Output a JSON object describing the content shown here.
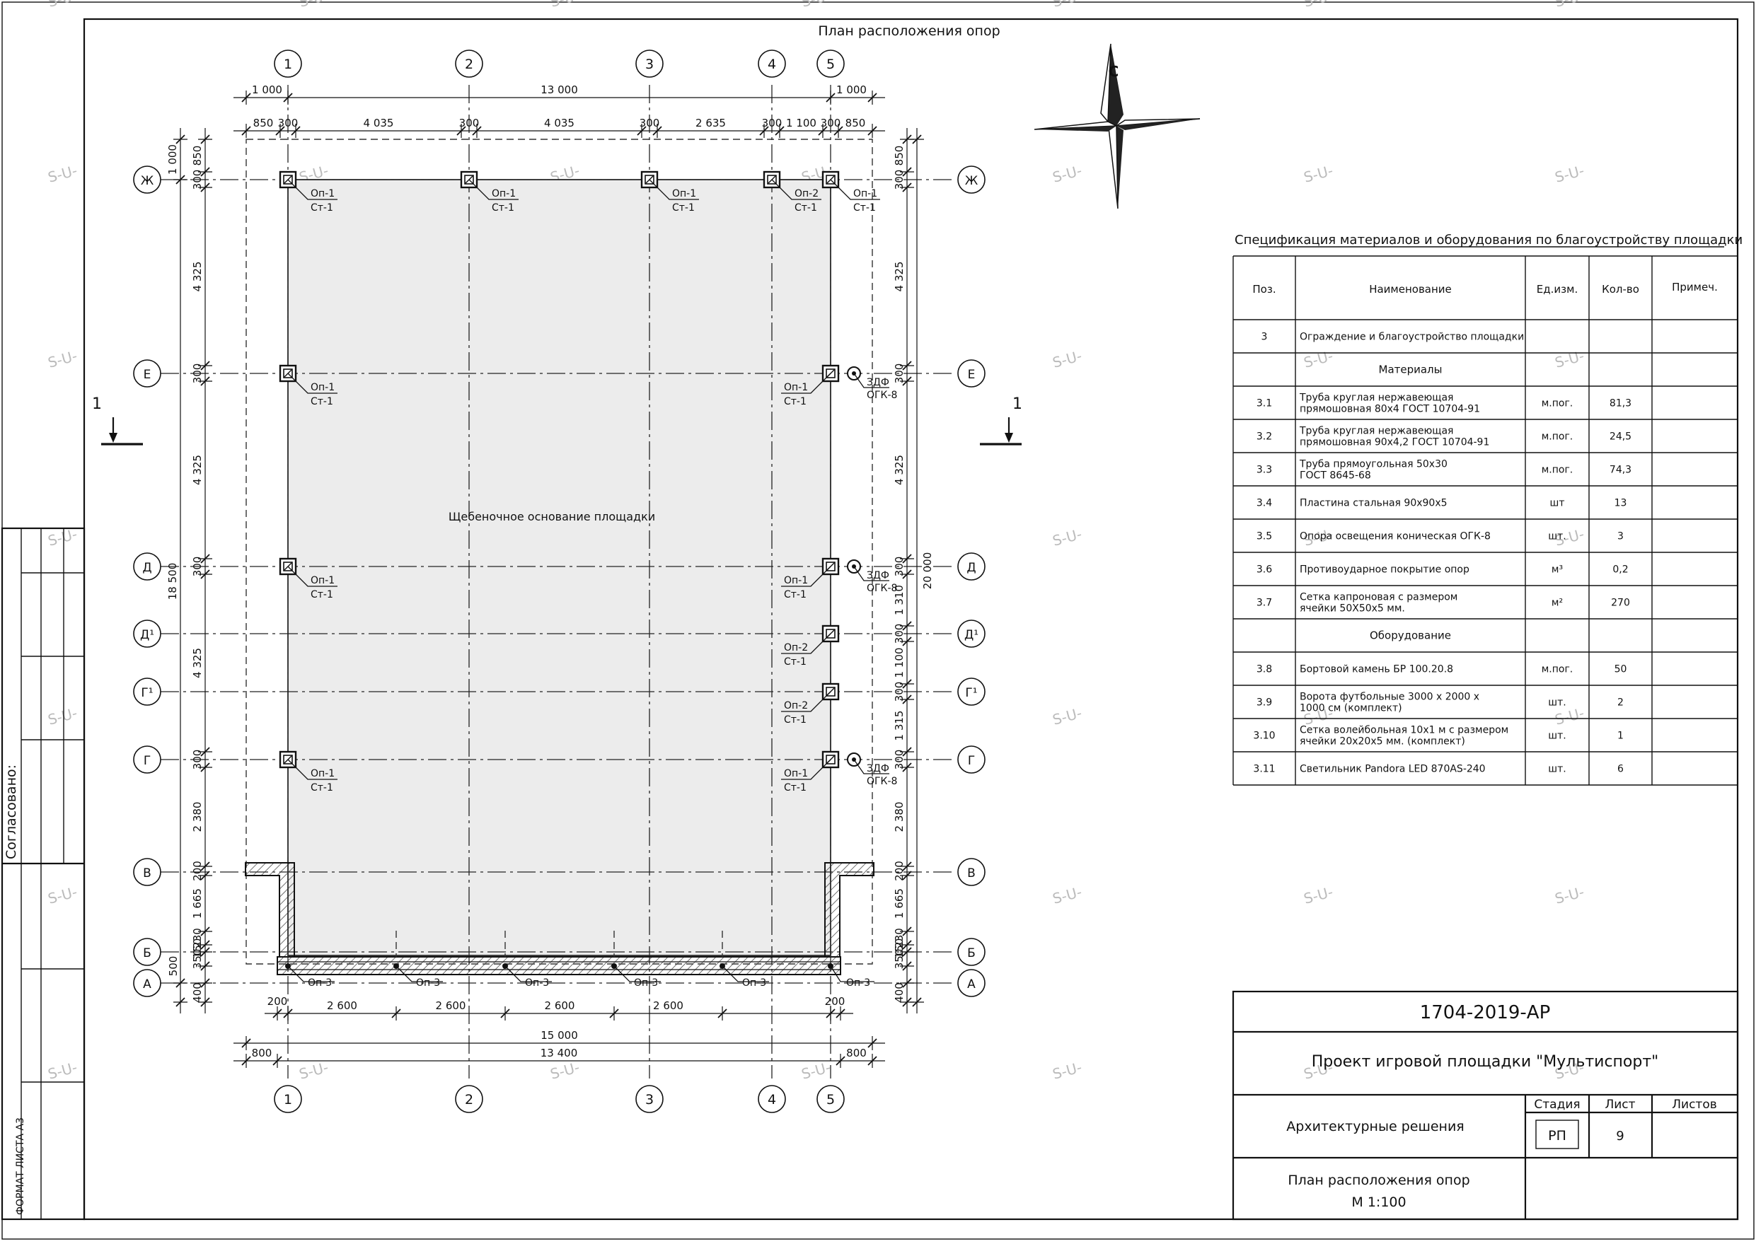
{
  "plan": {
    "title": "План расположения опор",
    "north": "С",
    "base_label": "Щебеночное основание площадки",
    "section_mark": "1",
    "axes_num": [
      "1",
      "2",
      "3",
      "4",
      "5"
    ],
    "axes_letter": [
      "Ж",
      "Е",
      "Д",
      "Д¹",
      "Г¹",
      "Г",
      "В",
      "Б",
      "А"
    ],
    "dims_top": {
      "overall": "13 000",
      "ext_left": "1 000",
      "ext_right": "1 000",
      "segments": [
        "850",
        "300",
        "4 035",
        "300",
        "4 035",
        "300",
        "2 635",
        "300",
        "1 100",
        "300",
        "850"
      ]
    },
    "dims_bottom": {
      "segments": [
        "200",
        "2 600",
        "2 600",
        "2 600",
        "2 600",
        "200"
      ],
      "overall_15": "15 000",
      "overall_13": "13 400",
      "ext_left": "800",
      "ext_right": "800"
    },
    "dims_left": {
      "overall": "18 500",
      "values": [
        "1 000",
        "850",
        "300",
        "4 325",
        "300",
        "4 325",
        "300",
        "4 325",
        "300",
        "2 380",
        "200",
        "1 665",
        "230",
        "150",
        "350",
        "500",
        "400"
      ]
    },
    "dims_right": {
      "overall": "20 000",
      "values": [
        "850",
        "300",
        "4 325",
        "300",
        "4 325",
        "300",
        "1 310",
        "300",
        "1 100",
        "300",
        "1 315",
        "300",
        "2 380",
        "200",
        "1 665",
        "230",
        "150",
        "350",
        "400"
      ]
    },
    "tags": {
      "op1": "Оп-1",
      "op2": "Оп-2",
      "op3": "Оп-3",
      "st1": "Ст-1",
      "zdf": "ЗДФ",
      "ogk": "ОГК-8"
    }
  },
  "side_stamp": {
    "agreed": "Согласовано:",
    "format": "ФОРМАТ ЛИСТА А3"
  },
  "spec": {
    "title": "Спецификация материалов и оборудования по благоустройству площадки",
    "headers": [
      "Поз.",
      "Наименование",
      "Ед.изм.",
      "Кол-во",
      "Примеч."
    ],
    "rows": [
      {
        "pos": "3",
        "name1": "Ограждение и благоустройство площадки",
        "name2": "",
        "unit": "",
        "qty": "",
        "note": ""
      },
      {
        "pos": "",
        "name1": "Материалы",
        "name2": "",
        "unit": "",
        "qty": "",
        "note": "",
        "center": true
      },
      {
        "pos": "3.1",
        "name1": "Труба круглая нержавеющая",
        "name2": "прямошовная 80х4 ГОСТ 10704-91",
        "unit": "м.пог.",
        "qty": "81,3",
        "note": ""
      },
      {
        "pos": "3.2",
        "name1": "Труба круглая нержавеющая",
        "name2": "прямошовная 90х4,2 ГОСТ 10704-91",
        "unit": "м.пог.",
        "qty": "24,5",
        "note": ""
      },
      {
        "pos": "3.3",
        "name1": "Труба прямоугольная 50х30",
        "name2": "ГОСТ 8645-68",
        "unit": "м.пог.",
        "qty": "74,3",
        "note": ""
      },
      {
        "pos": "3.4",
        "name1": "Пластина стальная 90х90х5",
        "name2": "",
        "unit": "шт",
        "qty": "13",
        "note": ""
      },
      {
        "pos": "3.5",
        "name1": "Опора освещения коническая ОГК-8",
        "name2": "",
        "unit": "шт.",
        "qty": "3",
        "note": ""
      },
      {
        "pos": "3.6",
        "name1": "Противоударное покрытие опор",
        "name2": "",
        "unit": "м³",
        "qty": "0,2",
        "note": ""
      },
      {
        "pos": "3.7",
        "name1": "Сетка капроновая с размером",
        "name2": "ячейки 50Х50х5 мм.",
        "unit": "м²",
        "qty": "270",
        "note": ""
      },
      {
        "pos": "",
        "name1": "Оборудование",
        "name2": "",
        "unit": "",
        "qty": "",
        "note": "",
        "center": true
      },
      {
        "pos": "3.8",
        "name1": "Бортовой камень БР 100.20.8",
        "name2": "",
        "unit": "м.пог.",
        "qty": "50",
        "note": ""
      },
      {
        "pos": "3.9",
        "name1": "Ворота футбольные 3000 х 2000 х",
        "name2": "1000 см (комплект)",
        "unit": "шт.",
        "qty": "2",
        "note": ""
      },
      {
        "pos": "3.10",
        "name1": "Сетка волейбольная 10х1 м с размером",
        "name2": "ячейки 20х20х5 мм. (комплект)",
        "unit": "шт.",
        "qty": "1",
        "note": ""
      },
      {
        "pos": "3.11",
        "name1": "Светильник Pandora LED 870AS-240",
        "name2": "",
        "unit": "шт.",
        "qty": "6",
        "note": ""
      }
    ]
  },
  "title_block": {
    "code": "1704-2019-АР",
    "project": "Проект игровой площадки \"Мультиспорт\"",
    "section": "Архитектурные решения",
    "stage_label": "Стадия",
    "sheet_label": "Лист",
    "sheets_label": "Листов",
    "stage": "РП",
    "sheet": "9",
    "drawing_name": "План расположения опор",
    "scale": "М 1:100"
  },
  "watermark": "S-U-"
}
